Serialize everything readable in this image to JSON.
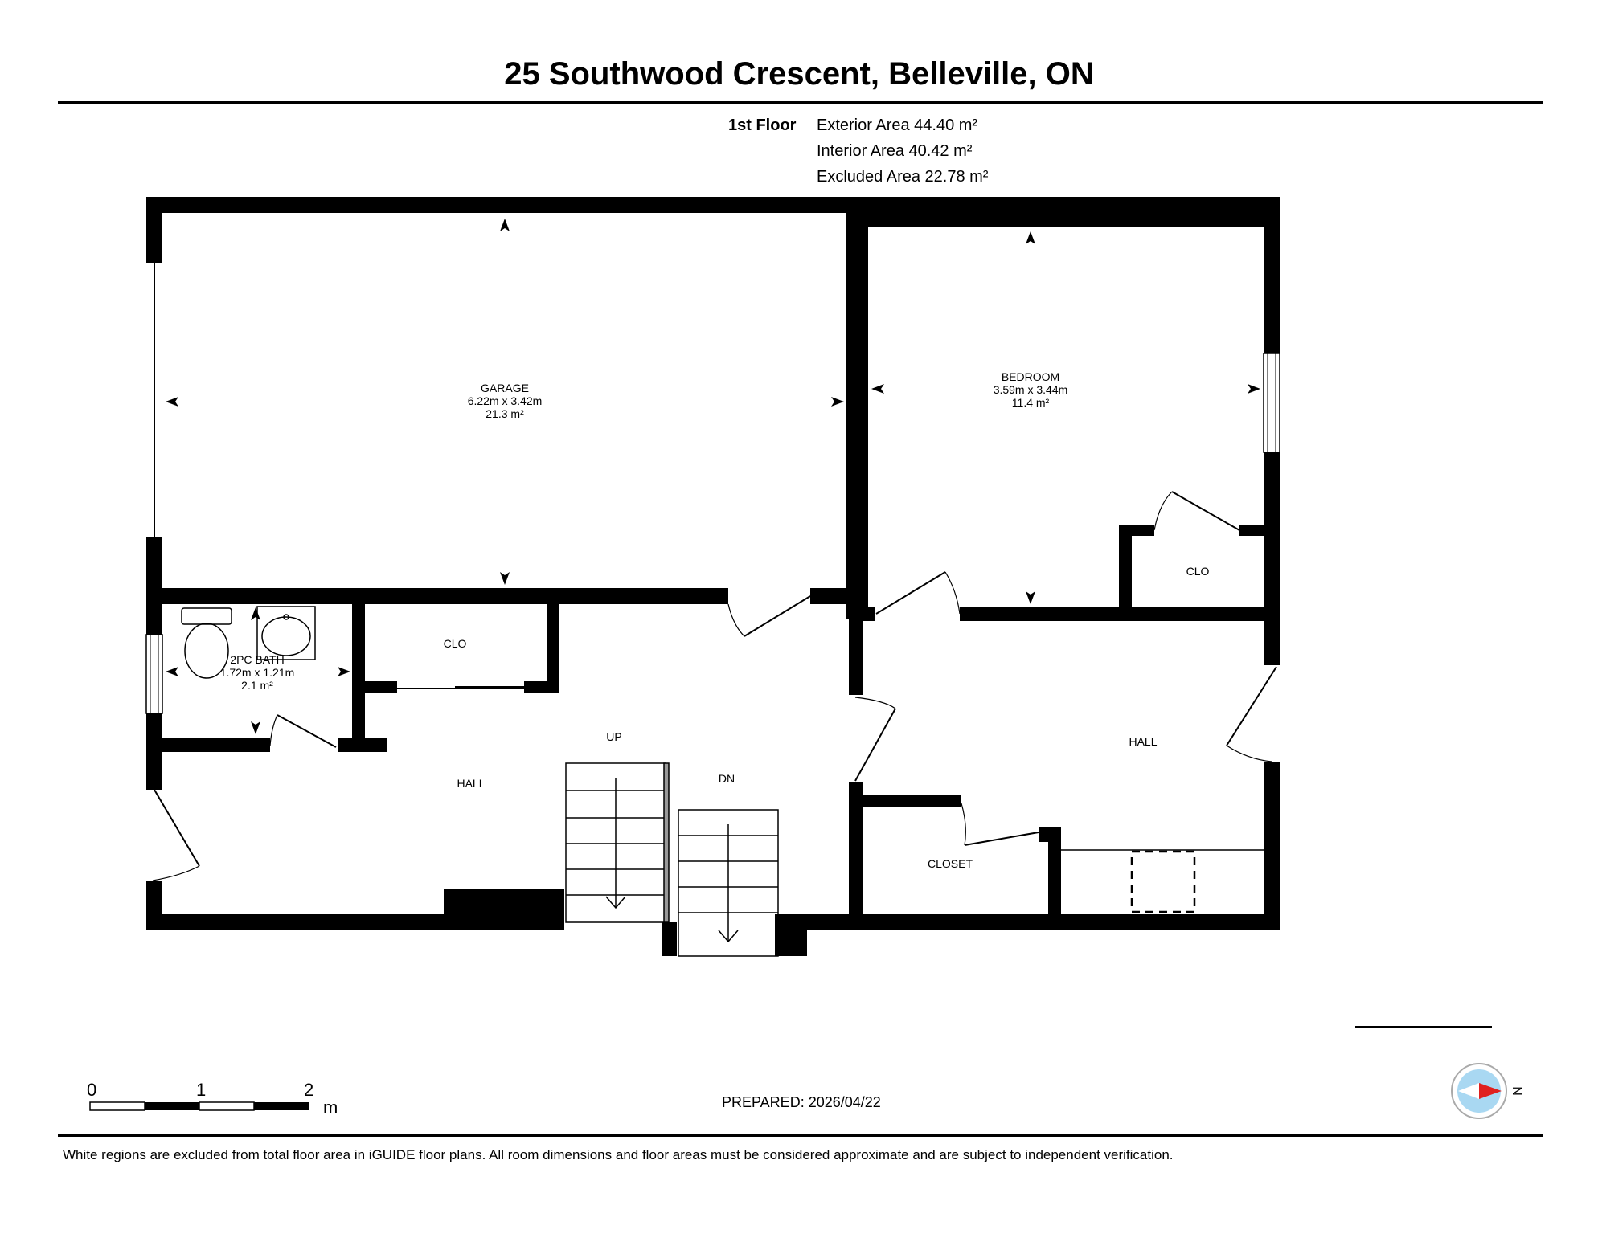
{
  "header": {
    "title": "25 Southwood Crescent, Belleville, ON"
  },
  "summary": {
    "floor": "1st Floor",
    "exterior_area": "Exterior Area 44.40 m²",
    "interior_area": "Interior Area 40.42 m²",
    "excluded_area": "Excluded Area 22.78 m²"
  },
  "rooms": {
    "garage": {
      "name": "GARAGE",
      "dims": "6.22m x 3.42m",
      "area": "21.3 m²"
    },
    "bedroom": {
      "name": "BEDROOM",
      "dims": "3.59m x 3.44m",
      "area": "11.4 m²"
    },
    "bath": {
      "name": "2PC BATH",
      "dims": "1.72m x 1.21m",
      "area": "2.1 m²"
    },
    "clo_upper": "CLO",
    "clo_lower": "CLO",
    "hall_left": "HALL",
    "hall_right": "HALL",
    "closet": "CLOSET",
    "stairs_up": "UP",
    "stairs_down": "DN"
  },
  "scale_bar": {
    "ticks": [
      "0",
      "1",
      "2"
    ],
    "unit": "m"
  },
  "compass": {
    "label": "N",
    "icon": "compass-icon"
  },
  "prepared": "PREPARED: 2026/04/22",
  "disclaimer": "White regions are excluded from total floor area in iGUIDE floor plans. All room dimensions and floor areas must be considered approximate and are subject to independent verification."
}
